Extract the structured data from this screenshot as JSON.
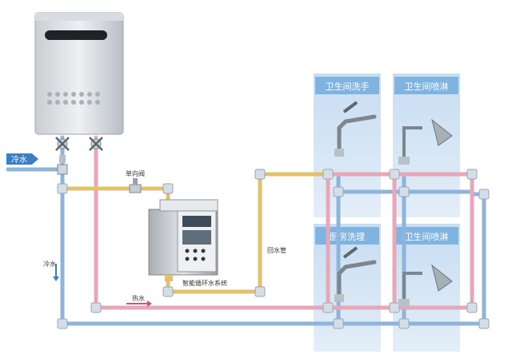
{
  "labels": {
    "cold_water_inlet": "冷水",
    "check_valve": "单向阀",
    "cold_water_vertical": "冷水",
    "hot_water": "热水",
    "return_pipe": "回水管",
    "circulation_system": "智能循环水系统"
  },
  "rooms": [
    {
      "label": "卫生间洗手"
    },
    {
      "label": "卫生间喷淋"
    },
    {
      "label": "厨房洗理"
    },
    {
      "label": "卫生间喷淋"
    }
  ],
  "colors": {
    "cold_pipe": "#8fb4dc",
    "hot_pipe": "#e8a7b8",
    "return_pipe": "#e2c06e",
    "room_panel": "#bcd6ef",
    "room_label_bg": "#7fb3e0",
    "arrow_blue": "#3a7fc6",
    "arrow_pink": "#d0527c"
  },
  "icons": [
    "water-heater-icon",
    "control-box-icon",
    "faucet-icon",
    "shower-head-icon",
    "valve-icon",
    "arrow-icon"
  ]
}
